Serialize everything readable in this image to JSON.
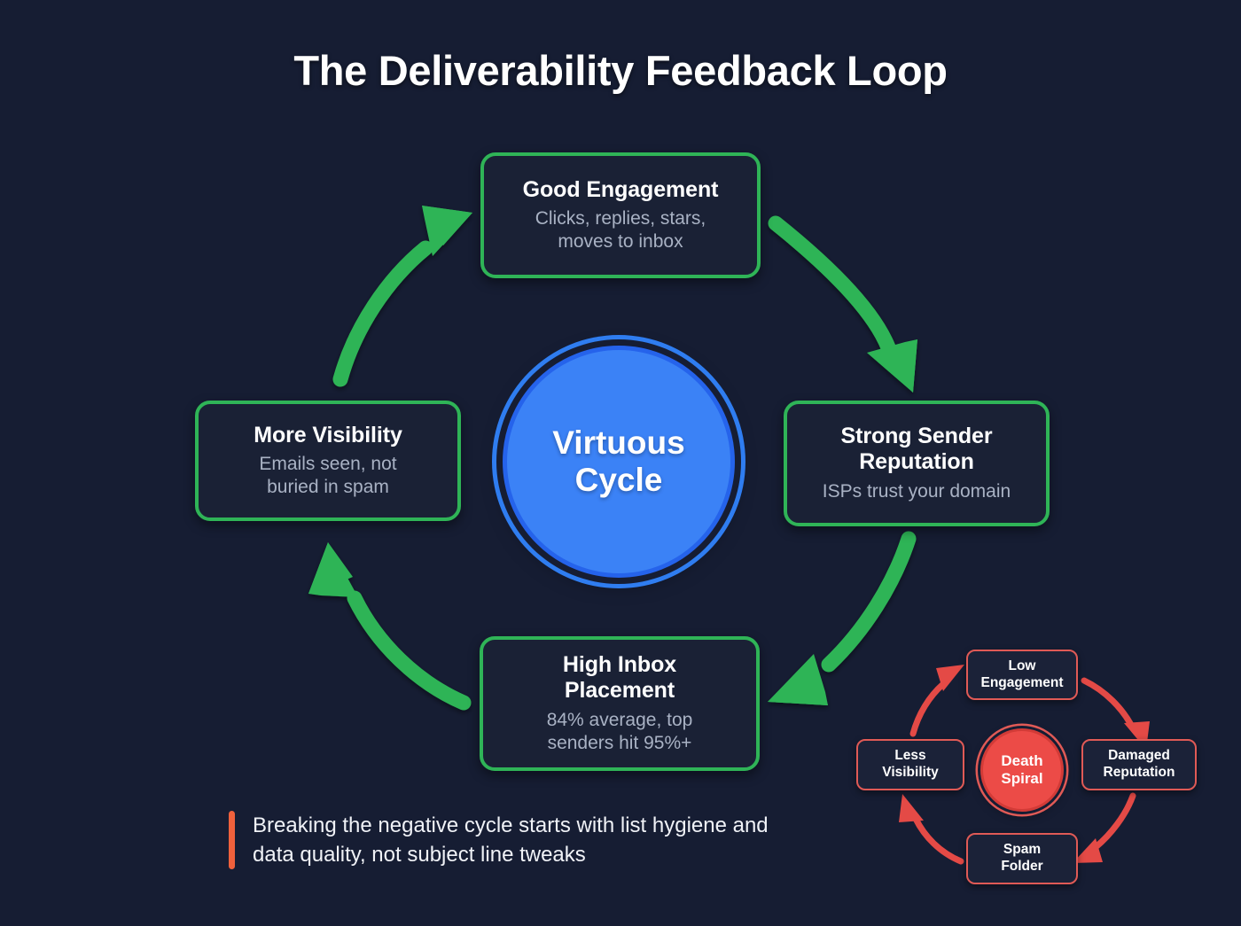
{
  "page": {
    "title": "The Deliverability Feedback Loop",
    "background_color": "#161d33"
  },
  "colors": {
    "positive_green": "#2fb457",
    "negative_red": "#e05a56",
    "center_blue": "#3b82f6",
    "accent_orange": "#f0613c",
    "node_fill": "#1a2135",
    "subtext": "#a9b2c4"
  },
  "center": {
    "line1": "Virtuous",
    "line2": "Cycle"
  },
  "cycle": {
    "nodes": [
      {
        "id": "good-engagement",
        "title": "Good Engagement",
        "subtitle_line1": "Clicks, replies, stars,",
        "subtitle_line2": "moves to inbox",
        "position": "top"
      },
      {
        "id": "strong-sender-reputation",
        "title_line1": "Strong Sender",
        "title_line2": "Reputation",
        "subtitle_line1": "ISPs trust your domain",
        "subtitle_line2": "",
        "position": "right"
      },
      {
        "id": "high-inbox-placement",
        "title_line1": "High Inbox",
        "title_line2": "Placement",
        "subtitle_line1": "84% average, top",
        "subtitle_line2": "senders hit 95%+",
        "position": "bottom"
      },
      {
        "id": "more-visibility",
        "title": "More Visibility",
        "subtitle_line1": "Emails seen, not",
        "subtitle_line2": "buried in spam",
        "position": "left"
      }
    ],
    "flow_order": [
      "Good Engagement",
      "Strong Sender Reputation",
      "High Inbox Placement",
      "More Visibility"
    ],
    "arrow_direction": "clockwise"
  },
  "caption": {
    "line1": "Breaking the negative cycle starts with list hygiene and",
    "line2": "data quality, not subject line tweaks"
  },
  "mini_diagram": {
    "center": {
      "line1": "Death",
      "line2": "Spiral"
    },
    "nodes": [
      {
        "id": "low-engagement",
        "line1": "Low",
        "line2": "Engagement",
        "position": "top"
      },
      {
        "id": "damaged-reputation",
        "line1": "Damaged",
        "line2": "Reputation",
        "position": "right"
      },
      {
        "id": "spam-folder",
        "line1": "Spam",
        "line2": "Folder",
        "position": "bottom"
      },
      {
        "id": "less-visibility",
        "line1": "Less",
        "line2": "Visibility",
        "position": "left"
      }
    ],
    "flow_order": [
      "Low Engagement",
      "Damaged Reputation",
      "Spam Folder",
      "Less Visibility"
    ],
    "arrow_direction": "clockwise"
  },
  "metrics": {
    "average_inbox_placement": "84%",
    "top_sender_inbox_placement": "95%+"
  }
}
